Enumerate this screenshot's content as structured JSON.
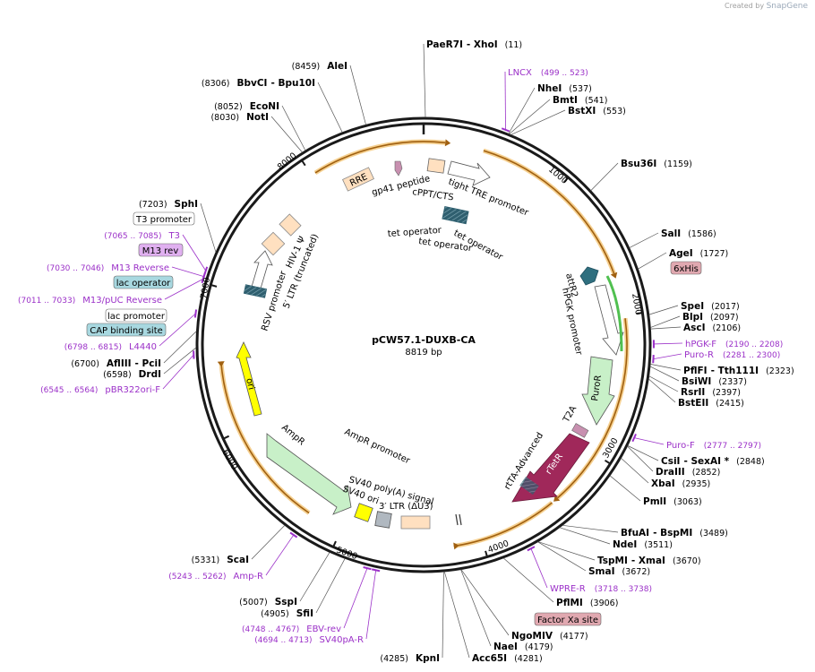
{
  "credit": {
    "prefix": "Created by",
    "brand": "SnapGene"
  },
  "plasmid": {
    "name": "pCW57.1-DUXB-CA",
    "size": "8819 bp"
  },
  "ticks": [
    "1000",
    "2000",
    "3000",
    "4000",
    "5000",
    "6000",
    "7000",
    "8000"
  ],
  "sites": [
    {
      "name": "PaeR7I",
      "suffix": "- XhoI",
      "pos": "(11)"
    },
    {
      "name": "NheI",
      "pos": "(537)"
    },
    {
      "name": "BmtI",
      "pos": "(541)"
    },
    {
      "name": "BstXI",
      "pos": "(553)"
    },
    {
      "name": "Bsu36I",
      "pos": "(1159)"
    },
    {
      "name": "SalI",
      "pos": "(1586)"
    },
    {
      "name": "AgeI",
      "pos": "(1727)"
    },
    {
      "name": "SpeI",
      "pos": "(2017)"
    },
    {
      "name": "BlpI",
      "pos": "(2097)"
    },
    {
      "name": "AscI",
      "pos": "(2106)"
    },
    {
      "name": "PflFI",
      "suffix": "- Tth111I",
      "pos": "(2323)"
    },
    {
      "name": "BsiWI",
      "pos": "(2337)"
    },
    {
      "name": "RsrII",
      "pos": "(2397)"
    },
    {
      "name": "BstEII",
      "pos": "(2415)"
    },
    {
      "name": "CsiI",
      "suffix": "- SexAI *",
      "pos": "(2848)"
    },
    {
      "name": "DraIII",
      "pos": "(2852)"
    },
    {
      "name": "XbaI",
      "pos": "(2935)"
    },
    {
      "name": "PmlI",
      "pos": "(3063)"
    },
    {
      "name": "BfuAI",
      "suffix": "- BspMI",
      "pos": "(3489)"
    },
    {
      "name": "NdeI",
      "pos": "(3511)"
    },
    {
      "name": "TspMI",
      "suffix": "- XmaI",
      "pos": "(3670)"
    },
    {
      "name": "SmaI",
      "pos": "(3672)"
    },
    {
      "name": "PflMI",
      "pos": "(3906)"
    },
    {
      "name": "NgoMIV",
      "pos": "(4177)"
    },
    {
      "name": "NaeI",
      "pos": "(4179)"
    },
    {
      "name": "Acc65I",
      "pos": "(4281)"
    },
    {
      "name": "KpnI",
      "pos": "(4285)"
    },
    {
      "name": "SfiI",
      "pos": "(4905)"
    },
    {
      "name": "SspI",
      "pos": "(5007)"
    },
    {
      "name": "ScaI",
      "pos": "(5331)"
    },
    {
      "name": "DrdI",
      "pos": "(6598)"
    },
    {
      "name": "AflIII",
      "suffix": "- PciI",
      "pos": "(6700)"
    },
    {
      "name": "SphI",
      "pos": "(7203)"
    },
    {
      "name": "NotI",
      "pos": "(8030)"
    },
    {
      "name": "EcoNI",
      "pos": "(8052)"
    },
    {
      "name": "BbvCI",
      "suffix": "- Bpu10I",
      "pos": "(8306)"
    },
    {
      "name": "AleI",
      "pos": "(8459)"
    }
  ],
  "primers": [
    {
      "name": "LNCX",
      "pos": "(499 .. 523)"
    },
    {
      "name": "hPGK-F",
      "pos": "(2190 .. 2208)"
    },
    {
      "name": "Puro-R",
      "pos": "(2281 .. 2300)"
    },
    {
      "name": "Puro-F",
      "pos": "(2777 .. 2797)"
    },
    {
      "name": "WPRE-R",
      "pos": "(3718 .. 3738)"
    },
    {
      "name": "Amp-R",
      "pos": "(5243 .. 5262)"
    },
    {
      "name": "EBV-rev",
      "pos": "(4748 .. 4767)"
    },
    {
      "name": "SV40pA-R",
      "pos": "(4694 .. 4713)"
    },
    {
      "name": "pBR322ori-F",
      "pos": "(6545 .. 6564)"
    },
    {
      "name": "L4440",
      "pos": "(6798 .. 6815)"
    },
    {
      "name": "M13/pUC Reverse",
      "pos": "(7011 .. 7033)"
    },
    {
      "name": "M13 Reverse",
      "pos": "(7030 .. 7046)"
    },
    {
      "name": "T3",
      "pos": "(7065 .. 7085)"
    }
  ],
  "boxed_features": {
    "six_his": "6xHis",
    "factor_xa": "Factor Xa site",
    "m13_rev": "M13 rev",
    "lac_operator": "lac operator",
    "lac_promoter": "lac promoter",
    "cap_site": "CAP binding site",
    "t3_promoter": "T3 promoter"
  },
  "inner_features": {
    "rre": "RRE",
    "gp41": "gp41 peptide",
    "cppt": "cPPT/CTS",
    "tre": "tight TRE promoter",
    "tet_op_1": "tet operator",
    "tet_op_2": "tet operator",
    "tet_op_3": "tet operator",
    "hiv_psi": "HIV-1 Ψ",
    "ltr5": "5′ LTR (truncated)",
    "rsv": "RSV promoter",
    "attr2": "attR2",
    "hpgk": "hPGK promoter",
    "puror": "PuroR",
    "t2a": "T2A",
    "rtta": "rtTA-Advanced",
    "rtetr": "rTetR",
    "ori": "ori",
    "ampr": "AmpR",
    "ampr_promoter": "AmpR promoter",
    "sv40_polya": "SV40 poly(A) signal",
    "sv40_ori": "SV40 ori",
    "ltr3": "3′ LTR (ΔU3)"
  },
  "colors": {
    "backbone": "#1a1a1a",
    "orf_arc": "#f0a020",
    "primer": "#9b30c8",
    "ampr": "#c8f0c8",
    "ori": "#ffff00",
    "rtta": "#a0285a",
    "lac": "#a8d8e0",
    "m13": "#e0b0f0",
    "tag": "#e0a8b0",
    "promoter_fill": "#ffffff",
    "ltr": "#ffe0c0"
  }
}
